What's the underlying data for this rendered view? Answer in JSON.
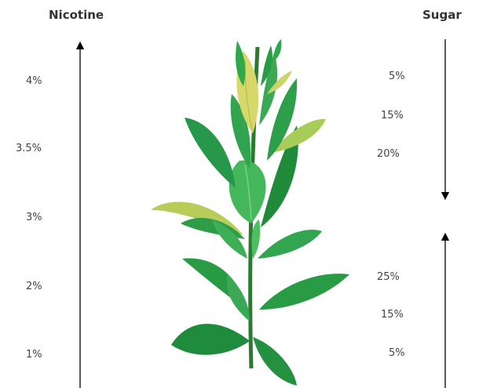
{
  "nicotine": {
    "title": "Nicotine",
    "levels": [
      "4%",
      "3.5%",
      "3%",
      "2%",
      "1%"
    ]
  },
  "sugar": {
    "title": "Sugar",
    "upper_levels": [
      "5%",
      "15%",
      "20%"
    ],
    "lower_levels": [
      "25%",
      "15%",
      "5%"
    ]
  },
  "colors": {
    "text": "#444444",
    "title": "#333333",
    "arrow": "#000000",
    "leaf_dark": "#1e8a3a",
    "leaf_mid": "#2ea84a",
    "leaf_light": "#4cc060",
    "leaf_yellow": "#d9d86a",
    "stem": "#2a7a30"
  },
  "icons": {
    "plant": "tobacco-plant-icon"
  }
}
